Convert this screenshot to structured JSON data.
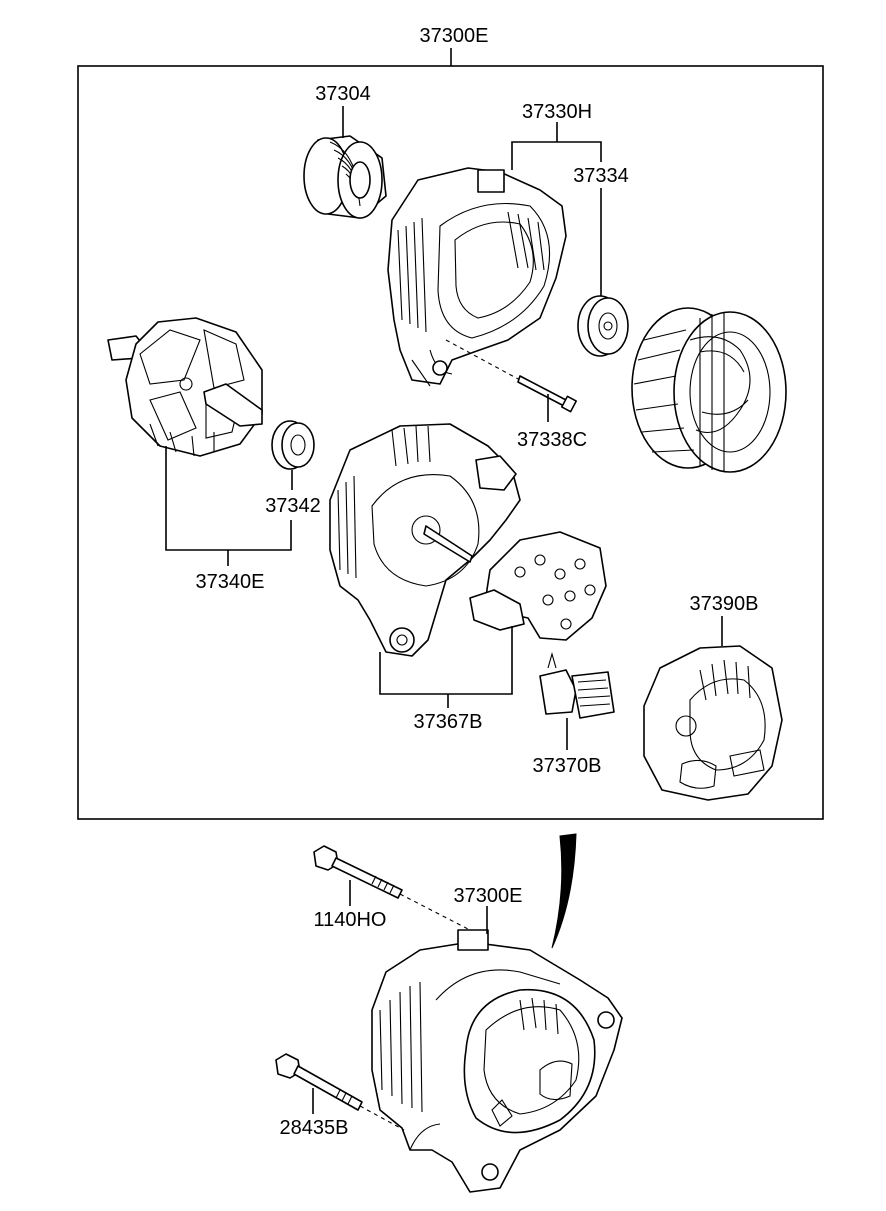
{
  "labels": {
    "assembly_top": "37300E",
    "pulley": "37304",
    "front_bracket": "37330H",
    "bearing_front": "37334",
    "through_bolt": "37338C",
    "bearing_rear": "37342",
    "rotor": "37340E",
    "rear_bracket": "37367B",
    "regulator": "37370B",
    "rear_cover": "37390B",
    "mount_bolt_upper": "1140HO",
    "assembly_bottom": "37300E",
    "mount_bolt_lower": "28435B"
  }
}
